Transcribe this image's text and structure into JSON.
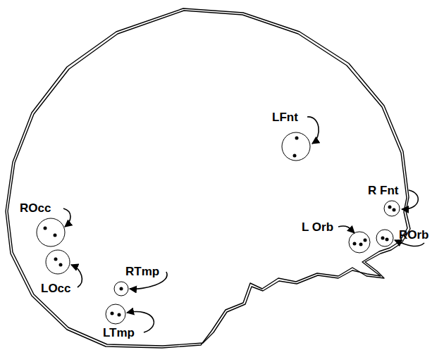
{
  "diagram": {
    "labels": [
      "LFnt",
      "R Fnt",
      "ROcc",
      "L Orb",
      "ROrb",
      "RTmp",
      "LOcc",
      "LTmp"
    ]
  }
}
